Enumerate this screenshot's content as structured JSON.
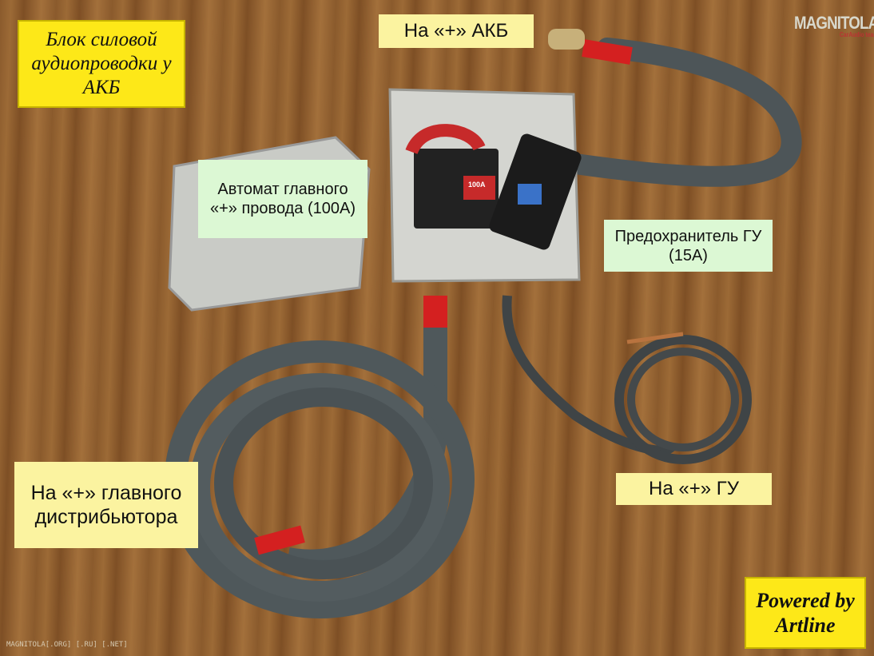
{
  "labels": {
    "title": "Блок силовой аудиопроводки у АКБ",
    "battery_plus": "На «+» АКБ",
    "breaker": "Автомат главного «+» провода (100А)",
    "fuse": "Предохранитель ГУ (15А)",
    "distributor": "На «+» главного дистрибьютора",
    "head_unit": "На «+» ГУ",
    "powered_by": "Powered by Artline"
  },
  "logo": {
    "name": "MAGNITOLA",
    "sub": "CarAudio team"
  },
  "watermark": "MAGNITOLA[.ORG] [.RU] [.NET]",
  "breaker_rating": "100A"
}
